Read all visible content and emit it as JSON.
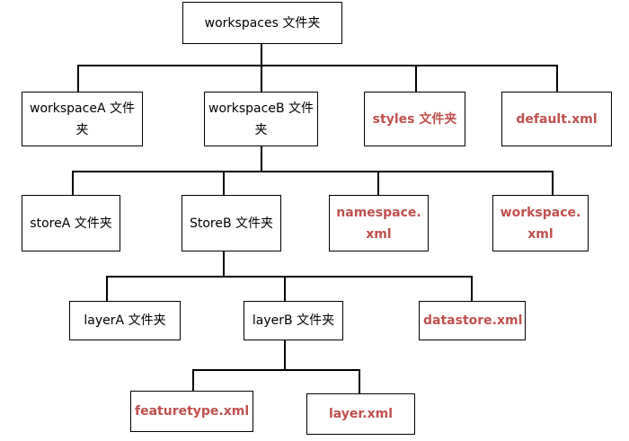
{
  "colors": {
    "line": "#000000",
    "folder_text": "#000000",
    "file_text": "#c0504d"
  },
  "nodes": {
    "workspaces": {
      "label": "workspaces 文件夹",
      "kind": "folder"
    },
    "workspaceA": {
      "label": "workspaceA 文件夹",
      "kind": "folder"
    },
    "workspaceB": {
      "label": "workspaceB 文件夹",
      "kind": "folder"
    },
    "styles": {
      "label": "styles 文件夹",
      "kind": "folder-highlight"
    },
    "default_xml": {
      "label": "default.xml",
      "kind": "file"
    },
    "storeA": {
      "label": "storeA 文件夹",
      "kind": "folder"
    },
    "storeB": {
      "label": "StoreB 文件夹",
      "kind": "folder"
    },
    "namespace_xml": {
      "label": "namespace.xml",
      "kind": "file"
    },
    "workspace_xml": {
      "label": "workspace.xml",
      "kind": "file"
    },
    "layerA": {
      "label": "layerA 文件夹",
      "kind": "folder"
    },
    "layerB": {
      "label": "layerB 文件夹",
      "kind": "folder"
    },
    "datastore_xml": {
      "label": "datastore.xml",
      "kind": "file"
    },
    "featuretype_xml": {
      "label": "featuretype.xml",
      "kind": "file"
    },
    "layer_xml": {
      "label": "layer.xml",
      "kind": "file"
    }
  }
}
